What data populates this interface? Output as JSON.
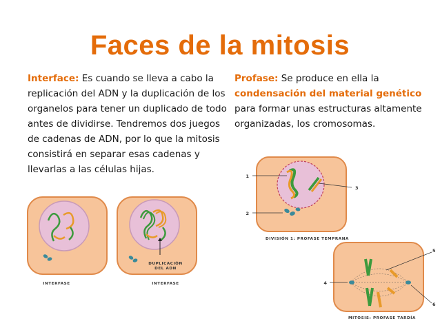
{
  "slide": {
    "title": "Faces de la mitosis"
  },
  "interfase": {
    "term": "Interface:",
    "body": " Es cuando se lleva a cabo la replicación del ADN y la duplicación de los organelos para tener un duplicado de todo antes de dividirse. Tendremos dos juegos de cadenas de ADN, por lo que la mitosis consistirá en separar esas cadenas y llevarlas a las células hijas."
  },
  "profase": {
    "term": "Profase:",
    "body1": " Se produce en ella la ",
    "highlight": "condensación del material genético",
    "body2": " para formar unas estructuras altamente organizadas, los cromosomas."
  },
  "figures": {
    "interfase_caption": "INTERFASE",
    "duplicacion_caption_1": "DUPLICACIÓN",
    "duplicacion_caption_2": "DEL ADN",
    "interfase_caption_2": "INTERFASE",
    "profase_temprana_caption": "DIVISIÓN 1: PROFASE TEMPRANA",
    "profase_tardia_caption": "MITOSIS: PROFASE TARDÍA",
    "label_1": "1",
    "label_2": "2",
    "label_3": "3",
    "label_4": "4",
    "label_5": "5",
    "label_6": "6"
  },
  "colors": {
    "accent": "#e46c0a",
    "cell_fill": "#f7c49a",
    "cell_stroke": "#e08a4a",
    "nucleus_fill": "#e8c0d8",
    "chromatin_green": "#3d9a3d",
    "chromatin_orange": "#e89a2a",
    "centriole": "#3a8a9a"
  }
}
